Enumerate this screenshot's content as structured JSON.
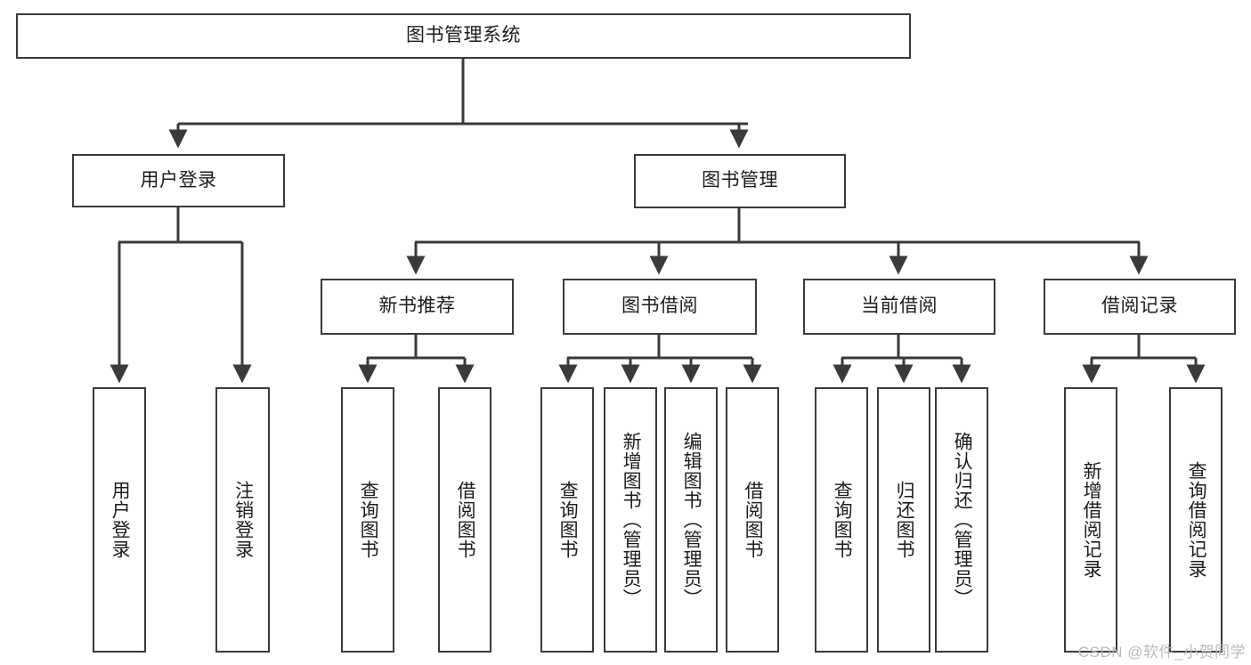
{
  "diagram": {
    "title": "图书管理系统",
    "type": "tree-hierarchy",
    "colors": {
      "stroke": "#3a3a3a",
      "fill": "#ffffff",
      "text": "#1c1c1c",
      "watermark": "#b9b9b9"
    },
    "nodes": {
      "root": "图书管理系统",
      "level2": {
        "user_login": "用户登录",
        "book_manage": "图书管理"
      },
      "user_login_children": [
        "用户登录",
        "注销登录"
      ],
      "level3": {
        "new_book_recommend": "新书推荐",
        "book_borrow": "图书借阅",
        "current_borrow": "当前借阅",
        "borrow_record": "借阅记录"
      },
      "new_book_recommend_children": [
        "查询图书",
        "借阅图书"
      ],
      "book_borrow_children": [
        "查询图书",
        "新增图书（管理员）",
        "编辑图书（管理员）",
        "借阅图书"
      ],
      "current_borrow_children": [
        "查询图书",
        "归还图书",
        "确认归还（管理员）"
      ],
      "borrow_record_children": [
        "新增借阅记录",
        "查询借阅记录"
      ]
    },
    "watermark": "CSDN @软件_小贺同学"
  }
}
